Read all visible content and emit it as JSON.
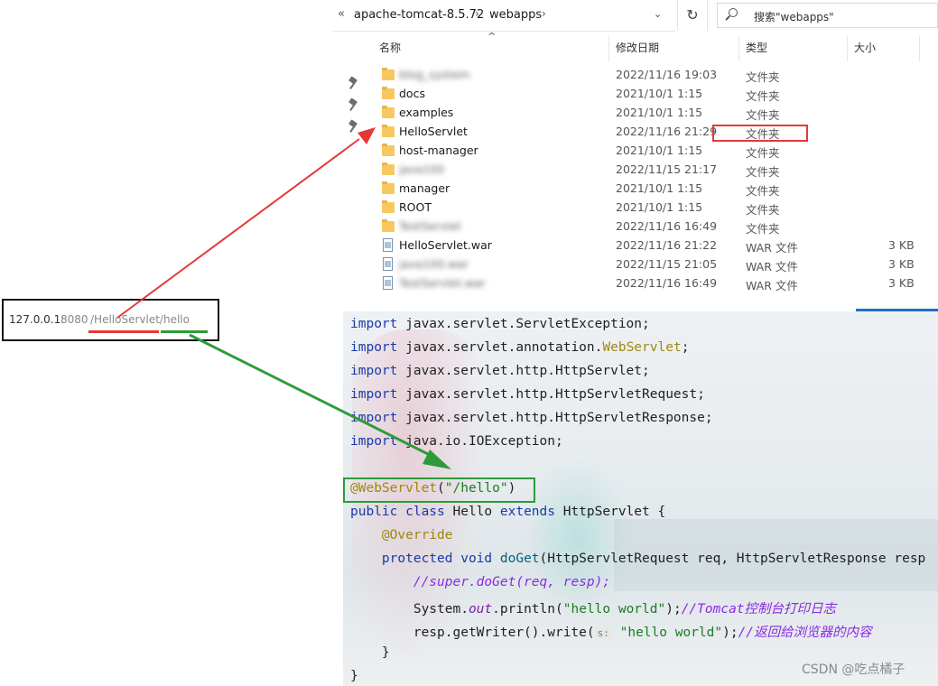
{
  "explorer": {
    "address": {
      "back": "«",
      "segments": [
        "apache-tomcat-8.5.72",
        "webapps"
      ],
      "separator": "›",
      "dropdown": "⌄",
      "refresh": "↻"
    },
    "search_placeholder": "搜索\"webapps\"",
    "columns": {
      "name": "名称",
      "date": "修改日期",
      "type": "类型",
      "size": "大小"
    },
    "sort_caret": "^",
    "files": [
      {
        "name": "blog_system",
        "date": "2022/11/16 19:03",
        "type": "文件夹",
        "size": "",
        "kind": "folder",
        "blurred": true
      },
      {
        "name": "docs",
        "date": "2021/10/1 1:15",
        "type": "文件夹",
        "size": "",
        "kind": "folder",
        "blurred": false
      },
      {
        "name": "examples",
        "date": "2021/10/1 1:15",
        "type": "文件夹",
        "size": "",
        "kind": "folder",
        "blurred": false
      },
      {
        "name": "HelloServlet",
        "date": "2022/11/16 21:29",
        "type": "文件夹",
        "size": "",
        "kind": "folder",
        "blurred": false
      },
      {
        "name": "host-manager",
        "date": "2021/10/1 1:15",
        "type": "文件夹",
        "size": "",
        "kind": "folder",
        "blurred": false
      },
      {
        "name": "java100",
        "date": "2022/11/15 21:17",
        "type": "文件夹",
        "size": "",
        "kind": "folder",
        "blurred": true
      },
      {
        "name": "manager",
        "date": "2021/10/1 1:15",
        "type": "文件夹",
        "size": "",
        "kind": "folder",
        "blurred": false
      },
      {
        "name": "ROOT",
        "date": "2021/10/1 1:15",
        "type": "文件夹",
        "size": "",
        "kind": "folder",
        "blurred": false
      },
      {
        "name": "TestServlet",
        "date": "2022/11/16 16:49",
        "type": "文件夹",
        "size": "",
        "kind": "folder",
        "blurred": true
      },
      {
        "name": "HelloServlet.war",
        "date": "2022/11/16 21:22",
        "type": "WAR 文件",
        "size": "3 KB",
        "kind": "file",
        "blurred": false
      },
      {
        "name": "java100.war",
        "date": "2022/11/15 21:05",
        "type": "WAR 文件",
        "size": "3 KB",
        "kind": "file",
        "blurred": true
      },
      {
        "name": "TestServlet.war",
        "date": "2022/11/16 16:49",
        "type": "WAR 文件",
        "size": "3 KB",
        "kind": "file",
        "blurred": true
      }
    ]
  },
  "url": {
    "host": "127.0.0.1:",
    "port": "8080",
    "path": "/HelloServlet/hello"
  },
  "code": {
    "lines": [
      [
        {
          "t": "import",
          "c": "kw"
        },
        {
          "t": " javax.servlet.ServletException;"
        }
      ],
      [
        {
          "t": "import",
          "c": "kw"
        },
        {
          "t": " javax.servlet.annotation."
        },
        {
          "t": "WebServlet",
          "c": "ann"
        },
        {
          "t": ";"
        }
      ],
      [
        {
          "t": "import",
          "c": "kw"
        },
        {
          "t": " javax.servlet.http.HttpServlet;"
        }
      ],
      [
        {
          "t": "import",
          "c": "kw"
        },
        {
          "t": " javax.servlet.http.HttpServletRequest;"
        }
      ],
      [
        {
          "t": "import",
          "c": "kw"
        },
        {
          "t": " javax.servlet.http.HttpServletResponse;"
        }
      ],
      [
        {
          "t": "import",
          "c": "kw"
        },
        {
          "t": " java.io.IOException;"
        }
      ],
      [],
      [
        {
          "t": "@WebServlet",
          "c": "ann"
        },
        {
          "t": "("
        },
        {
          "t": "\"/hello\"",
          "c": "str"
        },
        {
          "t": ")"
        }
      ],
      [
        {
          "t": "public class",
          "c": "kw"
        },
        {
          "t": " Hello "
        },
        {
          "t": "extends",
          "c": "kw"
        },
        {
          "t": " HttpServlet {"
        }
      ],
      [
        {
          "t": "    "
        },
        {
          "t": "@Override",
          "c": "ann"
        }
      ],
      [
        {
          "t": "    "
        },
        {
          "t": "protected void",
          "c": "kw"
        },
        {
          "t": " "
        },
        {
          "t": "doGet",
          "c": "fn"
        },
        {
          "t": "(HttpServletRequest req, HttpServletResponse resp"
        }
      ],
      [
        {
          "t": "        "
        },
        {
          "t": "//super.doGet(req, resp);",
          "c": "cmt"
        }
      ],
      [
        {
          "t": "        System."
        },
        {
          "t": "out",
          "c": "fld"
        },
        {
          "t": ".println("
        },
        {
          "t": "\"hello world\"",
          "c": "str"
        },
        {
          "t": ");"
        },
        {
          "t": "//Tomcat控制台打印日志",
          "c": "cmt"
        }
      ],
      [
        {
          "t": "        resp.getWriter().write("
        },
        {
          "t": "s:",
          "c": "hint"
        },
        {
          "t": " "
        },
        {
          "t": "\"hello world\"",
          "c": "str"
        },
        {
          "t": ");"
        },
        {
          "t": "//返回给浏览器的内容",
          "c": "cmt"
        }
      ],
      [
        {
          "t": "    }"
        }
      ],
      [
        {
          "t": "}"
        }
      ]
    ]
  },
  "watermark": "CSDN @吃点橘子",
  "colors": {
    "red_arrow": "#e53935",
    "green_arrow": "#2e9b3a"
  }
}
